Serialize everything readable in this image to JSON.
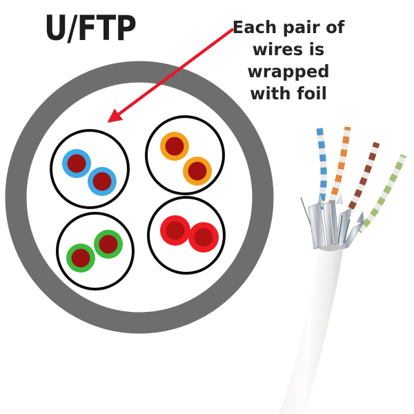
{
  "title": "U/FTP",
  "annotation": {
    "line1": "Each pair of",
    "line2": "wires is wrapped",
    "line3": "with foil",
    "arrow_color": "#e4192b"
  },
  "diagram": {
    "jacket_color": "#6e6e6e",
    "foil_outline_color": "#0a0a0a",
    "background_color": "#ffffff",
    "pairs": [
      {
        "name": "blue pair",
        "insulation": "#3da9e6",
        "conductor": "#9c1111"
      },
      {
        "name": "orange pair",
        "insulation": "#f4a01b",
        "conductor": "#a31010"
      },
      {
        "name": "green pair",
        "insulation": "#3cb93c",
        "conductor": "#9c1111"
      },
      {
        "name": "red pair",
        "insulation": "#ee1b24",
        "conductor": "#b21212"
      }
    ]
  },
  "photo": {
    "jacket_color": "#f3f2f0",
    "foil_color": "#bcc1c8",
    "drain_wire_color": "#8f8f8f",
    "pair_colors": {
      "blue": "#4f96cc",
      "orange": "#e2873b",
      "brown": "#8f4a38",
      "green": "#a3bf72"
    }
  }
}
